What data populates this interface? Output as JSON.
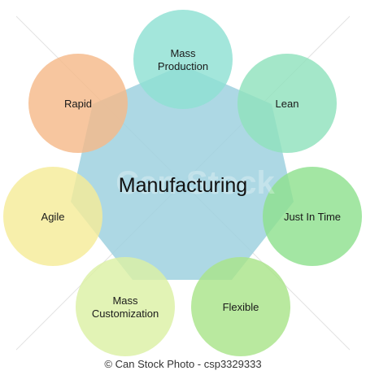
{
  "diagram": {
    "center": {
      "label": "Manufacturing",
      "color": "#9fd1df"
    },
    "nodes": [
      {
        "id": "mass-production",
        "lines": [
          "Mass",
          "Production"
        ],
        "color": "#8fe0d3"
      },
      {
        "id": "lean",
        "lines": [
          "Lean"
        ],
        "color": "#90e2bd"
      },
      {
        "id": "just-in-time",
        "lines": [
          "Just In Time"
        ],
        "color": "#8fe08f"
      },
      {
        "id": "flexible",
        "lines": [
          "Flexible"
        ],
        "color": "#a9e48a"
      },
      {
        "id": "mass-customization",
        "lines": [
          "Mass",
          "Customization"
        ],
        "color": "#dcf0a5"
      },
      {
        "id": "agile",
        "lines": [
          "Agile"
        ],
        "color": "#f5ec98"
      },
      {
        "id": "rapid",
        "lines": [
          "Rapid"
        ],
        "color": "#f5b98a"
      }
    ]
  },
  "watermark": {
    "text": "Can Stock"
  },
  "footer": {
    "credit": "© Can Stock Photo - csp3329333"
  }
}
